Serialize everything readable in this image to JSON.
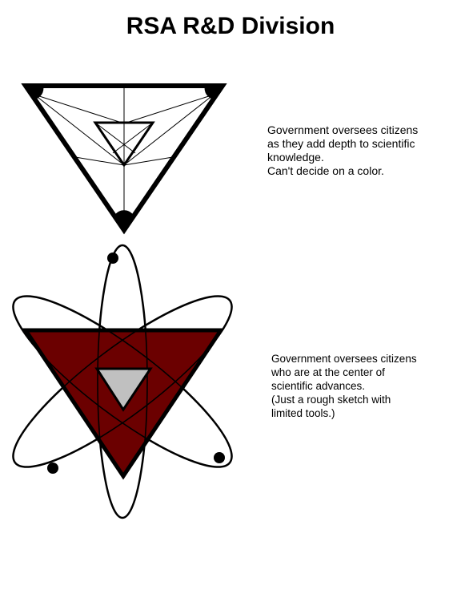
{
  "title": "RSA R&D Division",
  "concept_1": {
    "caption": [
      "Government oversees citizens",
      "as they add depth to scientific",
      "knowledge.",
      "Can't decide on a color."
    ]
  },
  "concept_2": {
    "caption": [
      "Government oversees citizens",
      "who are at the center of",
      "scientific advances.",
      "(Just a rough sketch with",
      "limited tools.)"
    ],
    "colors": {
      "triangle_fill": "#6b0000",
      "inner_fill": "#c0c0c0"
    }
  }
}
